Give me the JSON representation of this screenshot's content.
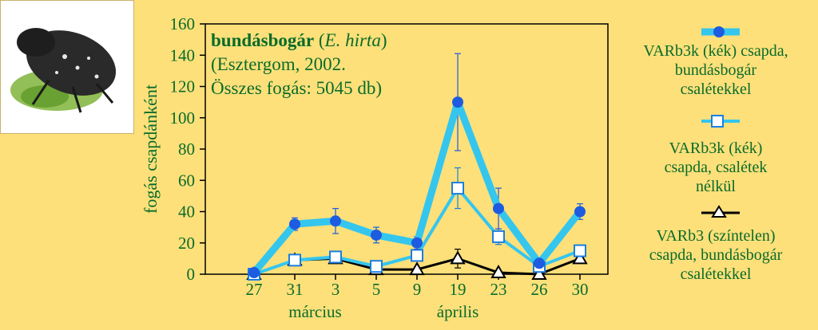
{
  "chart_data": {
    "type": "line",
    "title_bold": "bundásbogár",
    "title_open_paren": " (",
    "title_species": "E. hirta",
    "title_close_paren": ")",
    "subtitle_line1": "(Esztergom, 2002.",
    "subtitle_line2": "Összes fogás: 5045 db)",
    "ylabel": "fogás csapdánként",
    "ylim": [
      0,
      160
    ],
    "yticks": [
      0,
      20,
      40,
      60,
      80,
      100,
      120,
      140,
      160
    ],
    "categories": [
      "27",
      "31",
      "3",
      "5",
      "9",
      "19",
      "23",
      "26",
      "30"
    ],
    "month_labels": [
      {
        "label": "március",
        "center_index": 1.5
      },
      {
        "label": "április",
        "center_index": 5
      }
    ],
    "series": [
      {
        "name": "VARb3k (kék) csapda, bundásbogár csalétekkel",
        "marker": "filled-circle",
        "color": "#1D5BE0",
        "line_color": "#35C6EE",
        "values": [
          1,
          32,
          34,
          25,
          20,
          110,
          42,
          7,
          40
        ],
        "errors": [
          1,
          4,
          8,
          5,
          4,
          31,
          13,
          2,
          5
        ]
      },
      {
        "name": "VARb3k (kék) csapda, csalétek nélkül",
        "marker": "open-square",
        "color": "#1A7FE0",
        "line_color": "#35C6EE",
        "values": [
          0,
          9,
          11,
          5,
          12,
          55,
          24,
          5,
          15
        ],
        "errors": [
          0,
          3,
          2,
          1,
          2,
          13,
          5,
          1,
          2
        ]
      },
      {
        "name": "VARb3 (színtelen) csapda, bundásbogár csalétekkel",
        "marker": "open-triangle",
        "color": "#000000",
        "line_color": "#000000",
        "values": [
          0,
          9,
          10,
          3,
          3,
          10,
          1,
          0,
          10
        ],
        "errors": [
          0,
          1,
          2,
          1,
          1,
          6,
          1,
          0,
          2
        ]
      }
    ],
    "legend": [
      {
        "lines": [
          "VARb3k (kék) csapda,",
          "bundásbogár",
          "csalétekkel"
        ]
      },
      {
        "lines": [
          "VARb3k (kék)",
          "csapda, csalétek",
          "nélkül"
        ]
      },
      {
        "lines": [
          "VARb3 (színtelen)",
          "csapda, bundásbogár",
          "csalétekkel"
        ]
      }
    ],
    "legend_placement": "right",
    "grid": false
  }
}
